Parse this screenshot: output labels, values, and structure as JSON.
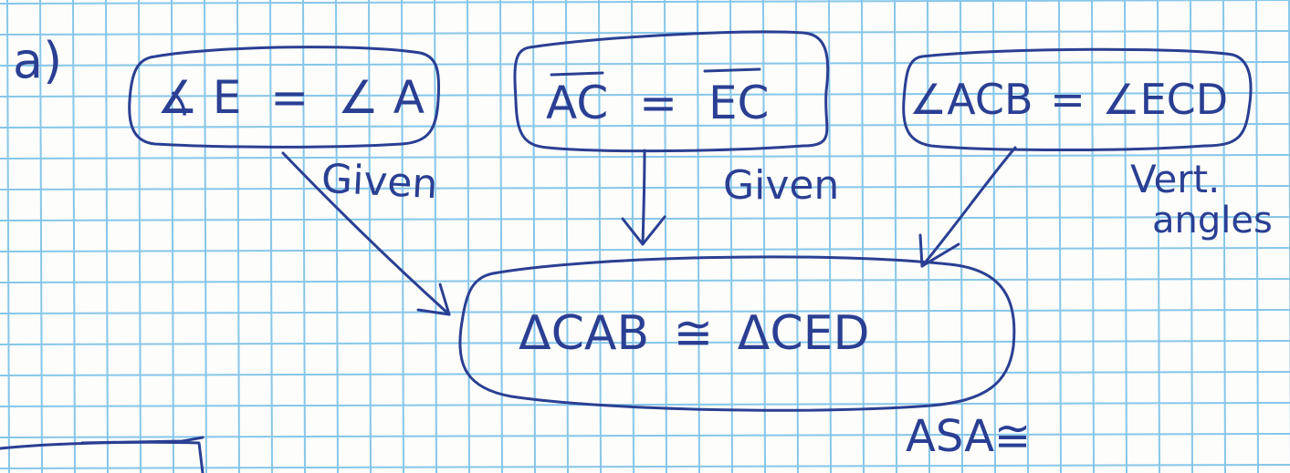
{
  "part_label": "a)",
  "statements": {
    "left": {
      "angle_symbol": "∡",
      "lhs": "E",
      "eq": "=",
      "rhs_angle": "∠",
      "rhs": "A"
    },
    "middle": {
      "lhs": "AC",
      "eq": "=",
      "rhs": "EC"
    },
    "right": {
      "lhs": "∠ACB",
      "eq": "=",
      "rhs": "∠ECD"
    }
  },
  "reasons": {
    "left": "Given",
    "middle": "Given",
    "right_line1": "Vert.",
    "right_line2": "angles"
  },
  "conclusion": {
    "lhs": "ΔCAB",
    "rel": "≅",
    "rhs": "ΔCED"
  },
  "postulate": "ASA≅",
  "colors": {
    "ink": "#2a3f93",
    "grid": "#86c6ea",
    "paper": "#fdfdfb"
  }
}
